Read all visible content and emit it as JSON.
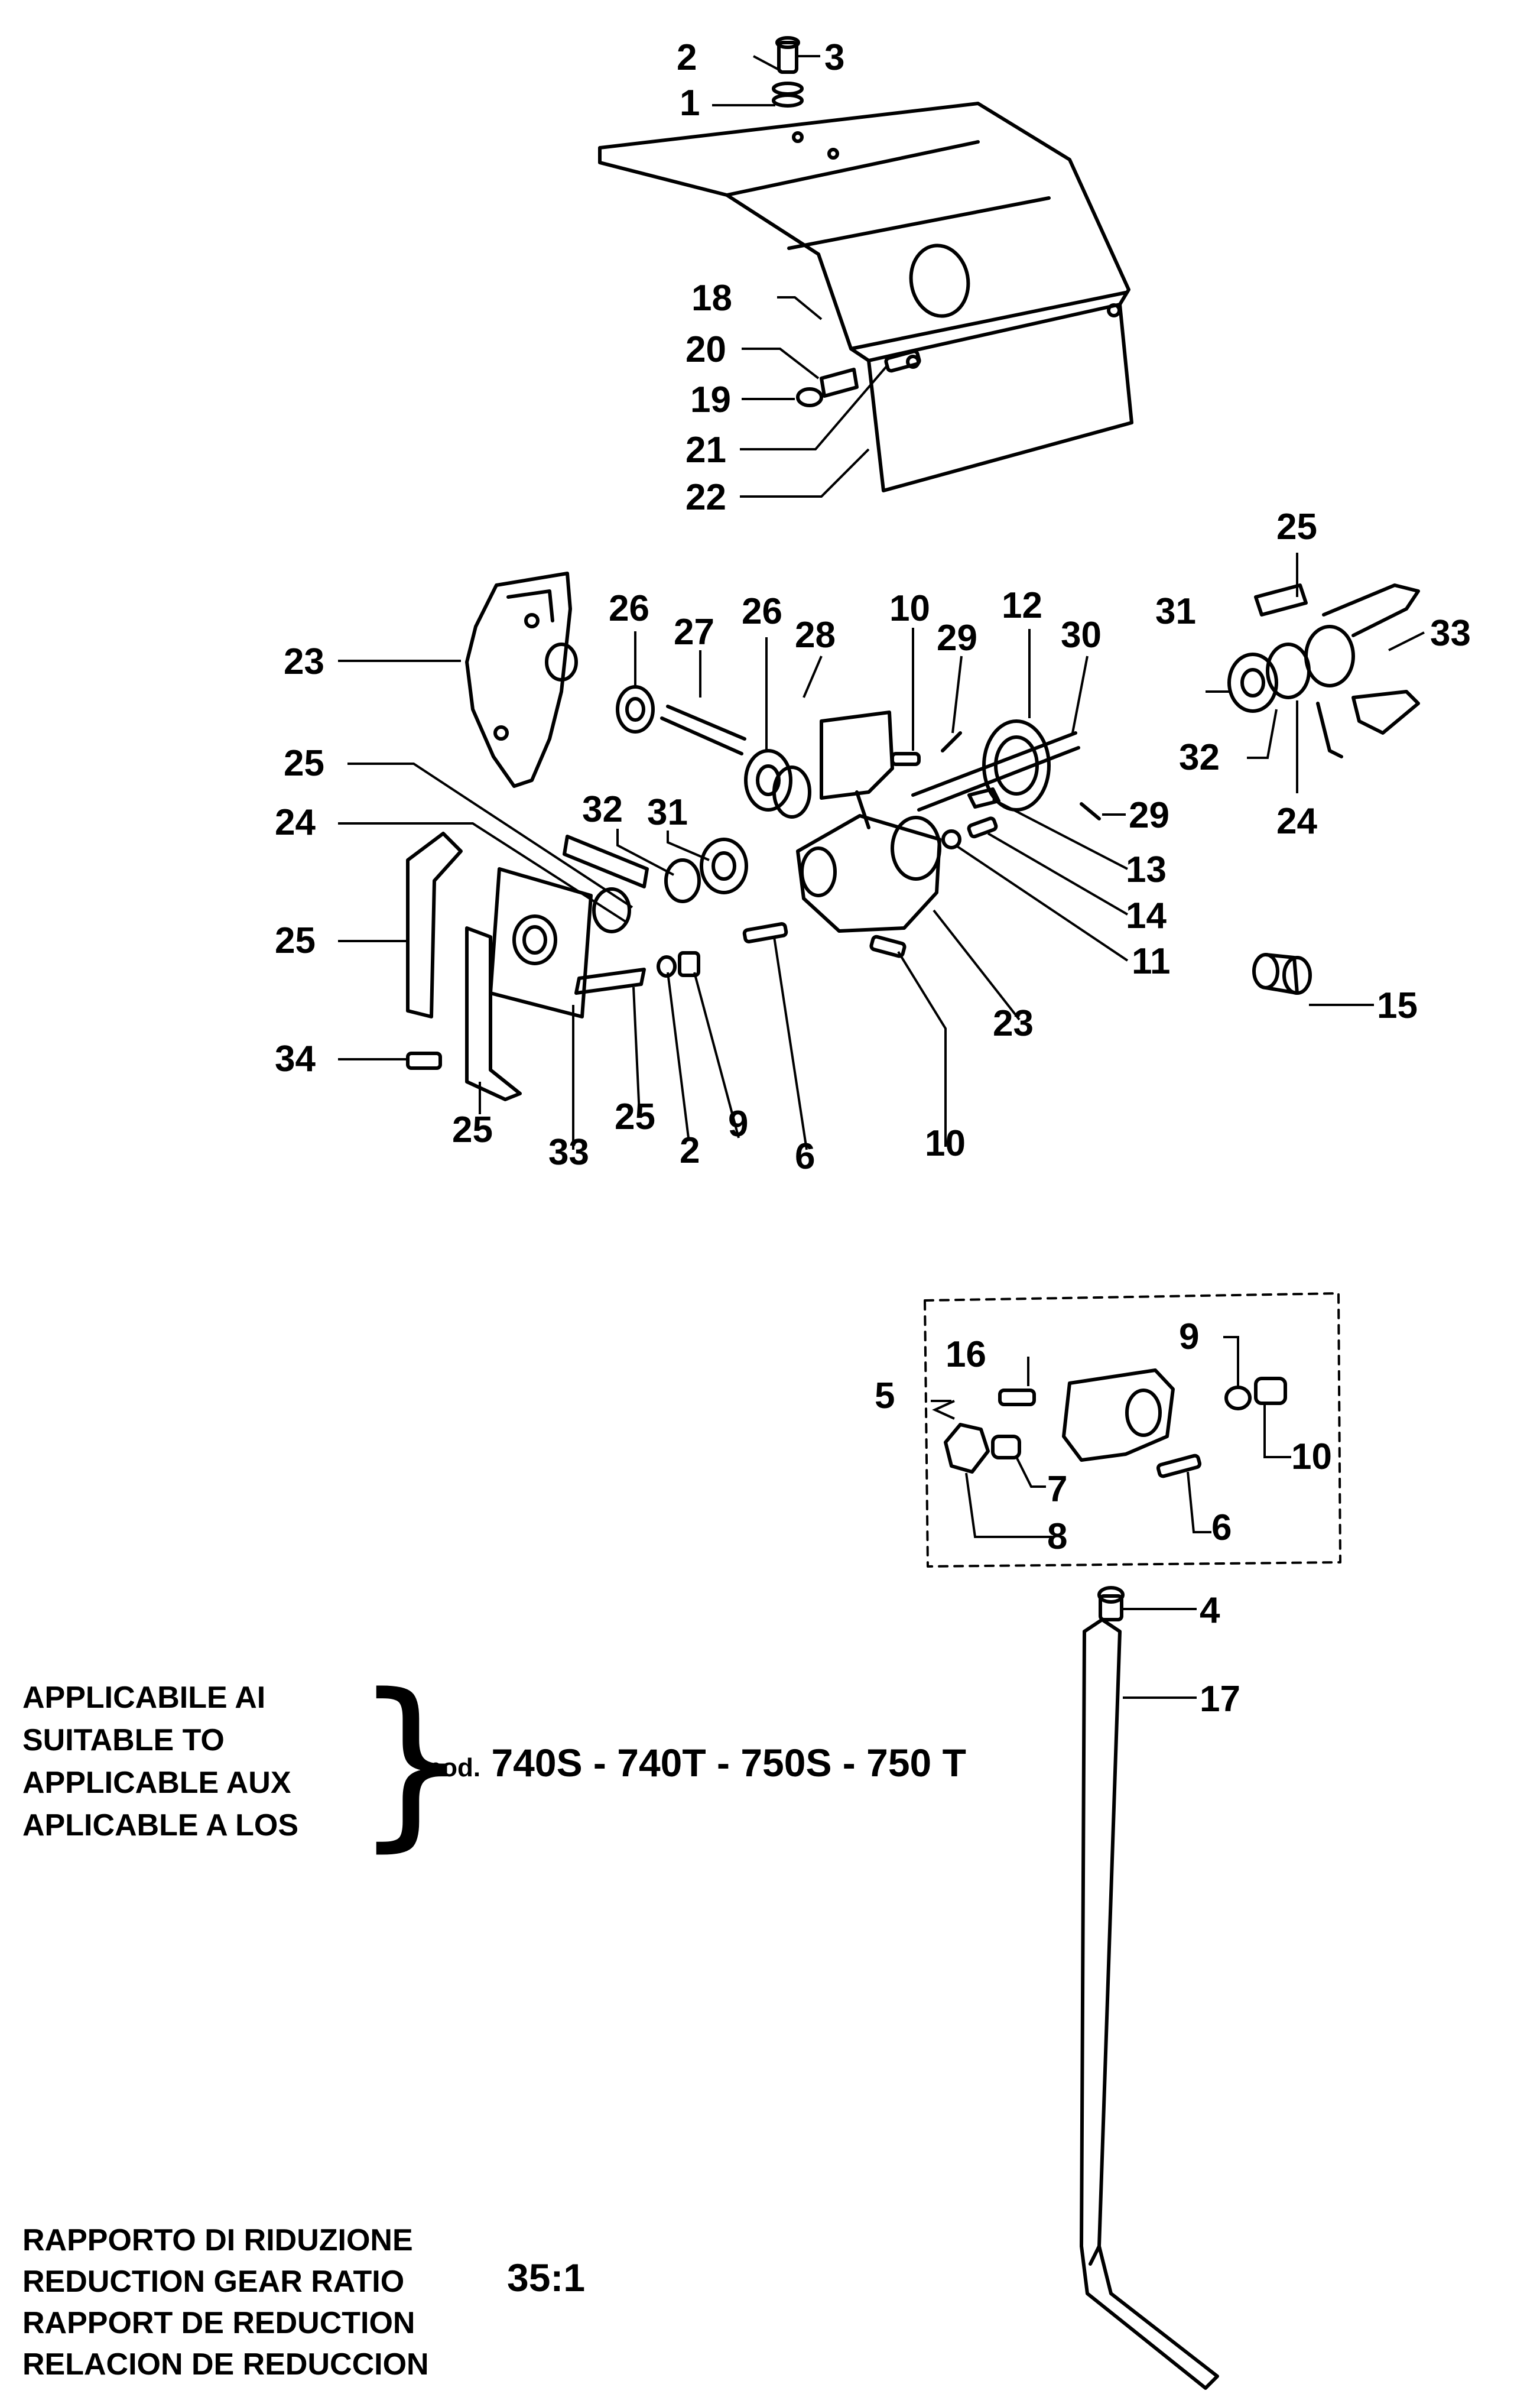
{
  "diagram": {
    "callouts": [
      "1",
      "2",
      "3",
      "4",
      "5",
      "6",
      "7",
      "8",
      "9",
      "10",
      "11",
      "12",
      "13",
      "14",
      "15",
      "16",
      "17",
      "18",
      "19",
      "20",
      "21",
      "22",
      "23",
      "24",
      "25",
      "26",
      "27",
      "28",
      "29",
      "30",
      "31",
      "32",
      "33",
      "34"
    ]
  },
  "suitability": {
    "lines": [
      "APPLICABILE AI",
      "SUITABLE TO",
      "APPLICABLE AUX",
      "APLICABLE A LOS"
    ],
    "models_prefix": "mod.",
    "models": "740S - 740T - 750S - 750 T"
  },
  "ratio": {
    "lines": [
      "RAPPORTO DI RIDUZIONE",
      "REDUCTION GEAR RATIO",
      "RAPPORT DE REDUCTION",
      "RELACION DE REDUCCION"
    ],
    "value": "35:1"
  }
}
